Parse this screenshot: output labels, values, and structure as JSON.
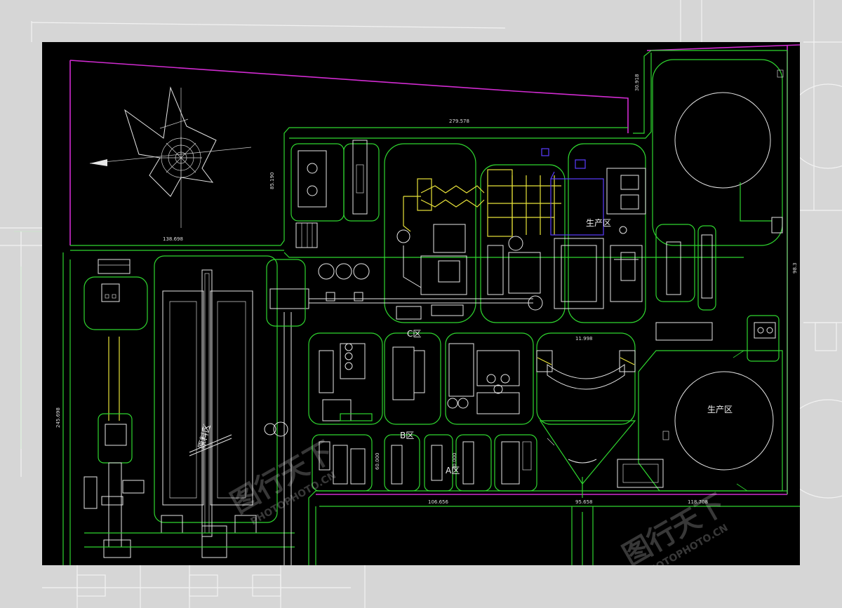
{
  "colors": {
    "background_paper": "#d6d6d6",
    "cad_background": "#000000",
    "green_lines": "#2fd62f",
    "white_lines": "#e6e6e6",
    "magenta_boundary": "#d12bd1",
    "yellow_pipes": "#e8e23a",
    "blue_outline": "#5a3cff"
  },
  "icons": {
    "wind_rose": "wind-rose-icon"
  },
  "zones": {
    "zone_production_center": "生产区",
    "zone_production_right": "生产区",
    "zone_a": "A区",
    "zone_b": "B区",
    "zone_c": "C区",
    "zone_raw": "原料区"
  },
  "dimensions": {
    "top_road": "279.578",
    "left_block_bottom": "138.698",
    "upper_vertical": "85.190",
    "right_top_vertical": "30.918",
    "right_vertical": "98.3",
    "right_bottom": "118.708",
    "bottom_center": "106.656",
    "bottom_gate": "95.658",
    "left_vertical": "245.698",
    "mid_a": "11.998",
    "mid_b1": "60.000",
    "mid_b2": "30.000"
  },
  "watermark": {
    "line1": "图行天下",
    "line2": "PHOTOPHOTO.CN"
  }
}
